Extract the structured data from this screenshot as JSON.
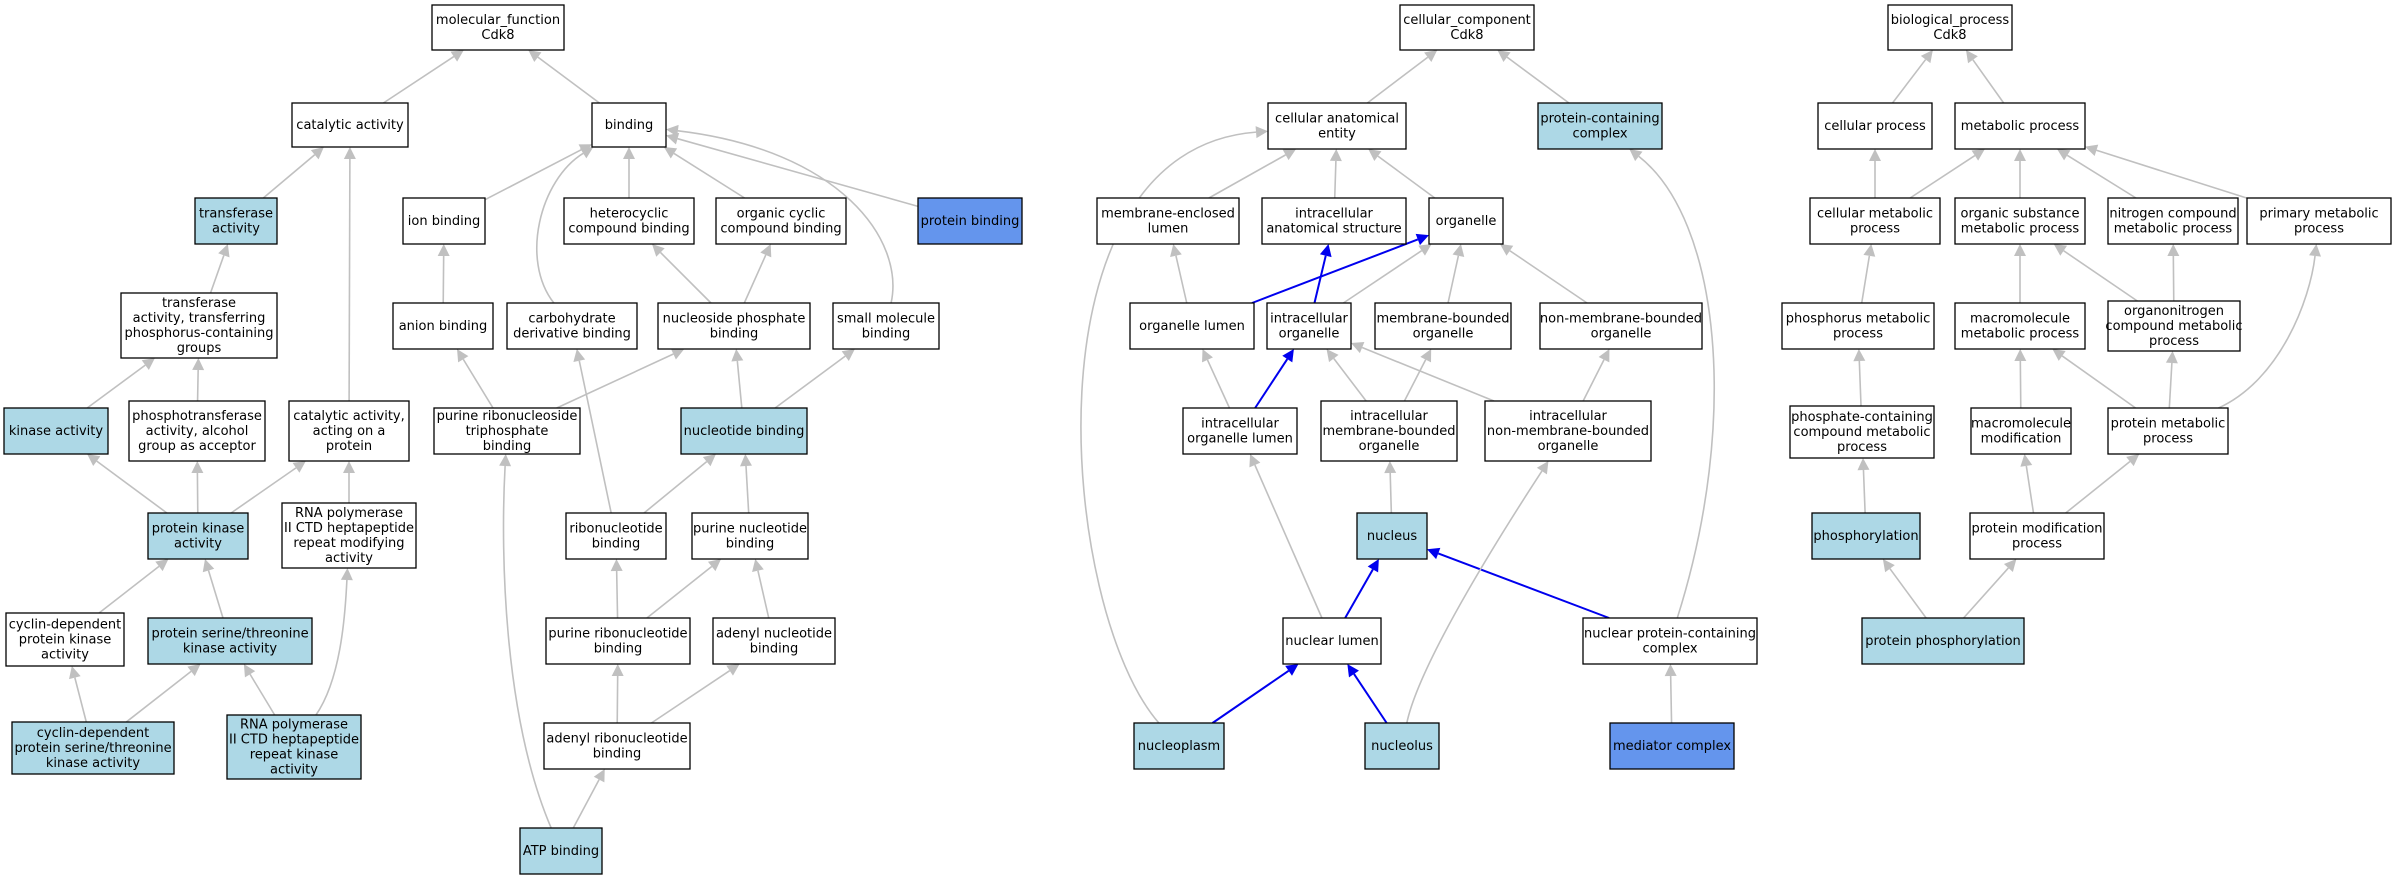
{
  "colors": {
    "default": "#ffffff",
    "highlight": "#add8e6",
    "query": "#6495ed",
    "edge": "#c0c0c0",
    "edge_path": "#0000ee"
  },
  "nodes": {
    "mf_root": {
      "lines": [
        "molecular_function",
        "Cdk8"
      ],
      "fill": "default"
    },
    "catalytic": {
      "lines": [
        "catalytic activity"
      ],
      "fill": "default"
    },
    "binding": {
      "lines": [
        "binding"
      ],
      "fill": "default"
    },
    "transferase": {
      "lines": [
        "transferase",
        "activity"
      ],
      "fill": "highlight"
    },
    "ion_binding": {
      "lines": [
        "ion binding"
      ],
      "fill": "default"
    },
    "heterocyclic": {
      "lines": [
        "heterocyclic",
        "compound binding"
      ],
      "fill": "default"
    },
    "organic_cyclic": {
      "lines": [
        "organic cyclic",
        "compound binding"
      ],
      "fill": "default"
    },
    "protein_binding": {
      "lines": [
        "protein binding"
      ],
      "fill": "query"
    },
    "transferase_p": {
      "lines": [
        "transferase",
        "activity, transferring",
        "phosphorus-containing",
        "groups"
      ],
      "fill": "default"
    },
    "anion_binding": {
      "lines": [
        "anion binding"
      ],
      "fill": "default"
    },
    "carbohydrate": {
      "lines": [
        "carbohydrate",
        "derivative binding"
      ],
      "fill": "default"
    },
    "nucleoside_phosphate": {
      "lines": [
        "nucleoside phosphate",
        "binding"
      ],
      "fill": "default"
    },
    "small_molecule": {
      "lines": [
        "small molecule",
        "binding"
      ],
      "fill": "default"
    },
    "kinase": {
      "lines": [
        "kinase activity"
      ],
      "fill": "highlight"
    },
    "phosphotransferase": {
      "lines": [
        "phosphotransferase",
        "activity, alcohol",
        "group as acceptor"
      ],
      "fill": "default"
    },
    "catalytic_protein": {
      "lines": [
        "catalytic activity,",
        "acting on a",
        "protein"
      ],
      "fill": "default"
    },
    "purine_rnts": {
      "lines": [
        "purine ribonucleoside",
        "triphosphate",
        "binding"
      ],
      "fill": "default"
    },
    "nucleotide_binding": {
      "lines": [
        "nucleotide binding"
      ],
      "fill": "highlight"
    },
    "protein_kinase": {
      "lines": [
        "protein kinase",
        "activity"
      ],
      "fill": "highlight"
    },
    "rnapol_mod": {
      "lines": [
        "RNA polymerase",
        "II CTD heptapeptide",
        "repeat modifying",
        "activity"
      ],
      "fill": "default"
    },
    "ribonucleotide": {
      "lines": [
        "ribonucleotide",
        "binding"
      ],
      "fill": "default"
    },
    "purine_nucleotide": {
      "lines": [
        "purine nucleotide",
        "binding"
      ],
      "fill": "default"
    },
    "cdk": {
      "lines": [
        "cyclin-dependent",
        "protein kinase",
        "activity"
      ],
      "fill": "default"
    },
    "ser_thr": {
      "lines": [
        "protein serine/threonine",
        "kinase activity"
      ],
      "fill": "highlight"
    },
    "purine_ribonucleotide": {
      "lines": [
        "purine ribonucleotide",
        "binding"
      ],
      "fill": "default"
    },
    "adenyl_nucleotide": {
      "lines": [
        "adenyl nucleotide",
        "binding"
      ],
      "fill": "default"
    },
    "cdk_ser_thr": {
      "lines": [
        "cyclin-dependent",
        "protein serine/threonine",
        "kinase activity"
      ],
      "fill": "highlight"
    },
    "rnapol_kinase": {
      "lines": [
        "RNA polymerase",
        "II CTD heptapeptide",
        "repeat kinase",
        "activity"
      ],
      "fill": "highlight"
    },
    "adenyl_ribonucleotide": {
      "lines": [
        "adenyl ribonucleotide",
        "binding"
      ],
      "fill": "default"
    },
    "atp_binding": {
      "lines": [
        "ATP binding"
      ],
      "fill": "highlight"
    },
    "cc_root": {
      "lines": [
        "cellular_component",
        "Cdk8"
      ],
      "fill": "default"
    },
    "cell_anat": {
      "lines": [
        "cellular anatomical",
        "entity"
      ],
      "fill": "default"
    },
    "prot_complex": {
      "lines": [
        "protein-containing",
        "complex"
      ],
      "fill": "highlight"
    },
    "membrane_lumen": {
      "lines": [
        "membrane-enclosed",
        "lumen"
      ],
      "fill": "default"
    },
    "intracell_struct": {
      "lines": [
        "intracellular",
        "anatomical structure"
      ],
      "fill": "default"
    },
    "organelle": {
      "lines": [
        "organelle"
      ],
      "fill": "default"
    },
    "organelle_lumen": {
      "lines": [
        "organelle lumen"
      ],
      "fill": "default"
    },
    "intracell_org": {
      "lines": [
        "intracellular",
        "organelle"
      ],
      "fill": "default"
    },
    "membrane_bounded": {
      "lines": [
        "membrane-bounded",
        "organelle"
      ],
      "fill": "default"
    },
    "non_membrane": {
      "lines": [
        "non-membrane-bounded",
        "organelle"
      ],
      "fill": "default"
    },
    "intracell_org_lumen": {
      "lines": [
        "intracellular",
        "organelle lumen"
      ],
      "fill": "default"
    },
    "intracell_mem": {
      "lines": [
        "intracellular",
        "membrane-bounded",
        "organelle"
      ],
      "fill": "default"
    },
    "intracell_nonmem": {
      "lines": [
        "intracellular",
        "non-membrane-bounded",
        "organelle"
      ],
      "fill": "default"
    },
    "nucleus": {
      "lines": [
        "nucleus"
      ],
      "fill": "highlight"
    },
    "nuclear_lumen": {
      "lines": [
        "nuclear lumen"
      ],
      "fill": "default"
    },
    "nuclear_complex": {
      "lines": [
        "nuclear protein-containing",
        "complex"
      ],
      "fill": "default"
    },
    "nucleoplasm": {
      "lines": [
        "nucleoplasm"
      ],
      "fill": "highlight"
    },
    "nucleolus": {
      "lines": [
        "nucleolus"
      ],
      "fill": "highlight"
    },
    "mediator": {
      "lines": [
        "mediator complex"
      ],
      "fill": "query"
    },
    "bp_root": {
      "lines": [
        "biological_process",
        "Cdk8"
      ],
      "fill": "default"
    },
    "cell_process": {
      "lines": [
        "cellular process"
      ],
      "fill": "default"
    },
    "metabolic": {
      "lines": [
        "metabolic process"
      ],
      "fill": "default"
    },
    "cell_metabolic": {
      "lines": [
        "cellular metabolic",
        "process"
      ],
      "fill": "default"
    },
    "org_substance": {
      "lines": [
        "organic substance",
        "metabolic process"
      ],
      "fill": "default"
    },
    "nitrogen": {
      "lines": [
        "nitrogen compound",
        "metabolic process"
      ],
      "fill": "default"
    },
    "primary": {
      "lines": [
        "primary metabolic",
        "process"
      ],
      "fill": "default"
    },
    "phosphorus": {
      "lines": [
        "phosphorus metabolic",
        "process"
      ],
      "fill": "default"
    },
    "macromolecule_met": {
      "lines": [
        "macromolecule",
        "metabolic process"
      ],
      "fill": "default"
    },
    "organonitrogen": {
      "lines": [
        "organonitrogen",
        "compound metabolic",
        "process"
      ],
      "fill": "default"
    },
    "phosphate": {
      "lines": [
        "phosphate-containing",
        "compound metabolic",
        "process"
      ],
      "fill": "default"
    },
    "macromolecule_mod": {
      "lines": [
        "macromolecule",
        "modification"
      ],
      "fill": "default"
    },
    "protein_met": {
      "lines": [
        "protein metabolic",
        "process"
      ],
      "fill": "default"
    },
    "phosphorylation": {
      "lines": [
        "phosphorylation"
      ],
      "fill": "highlight"
    },
    "protein_mod": {
      "lines": [
        "protein modification",
        "process"
      ],
      "fill": "default"
    },
    "protein_phos": {
      "lines": [
        "protein phosphorylation"
      ],
      "fill": "highlight"
    }
  },
  "edges": [
    [
      "catalytic",
      "mf_root",
      "gray"
    ],
    [
      "binding",
      "mf_root",
      "gray"
    ],
    [
      "transferase",
      "catalytic",
      "gray"
    ],
    [
      "ion_binding",
      "binding",
      "gray"
    ],
    [
      "heterocyclic",
      "binding",
      "gray"
    ],
    [
      "organic_cyclic",
      "binding",
      "gray"
    ],
    [
      "protein_binding",
      "binding",
      "gray"
    ],
    [
      "carbohydrate",
      "binding",
      "gray"
    ],
    [
      "small_molecule",
      "binding",
      "gray"
    ],
    [
      "transferase_p",
      "transferase",
      "gray"
    ],
    [
      "anion_binding",
      "ion_binding",
      "gray"
    ],
    [
      "nucleoside_phosphate",
      "heterocyclic",
      "gray"
    ],
    [
      "nucleoside_phosphate",
      "organic_cyclic",
      "gray"
    ],
    [
      "kinase",
      "transferase_p",
      "gray"
    ],
    [
      "phosphotransferase",
      "transferase_p",
      "gray"
    ],
    [
      "catalytic_protein",
      "catalytic",
      "gray"
    ],
    [
      "purine_rnts",
      "anion_binding",
      "gray"
    ],
    [
      "purine_rnts",
      "nucleoside_phosphate",
      "gray"
    ],
    [
      "nucleotide_binding",
      "nucleoside_phosphate",
      "gray"
    ],
    [
      "nucleotide_binding",
      "small_molecule",
      "gray"
    ],
    [
      "protein_kinase",
      "kinase",
      "gray"
    ],
    [
      "protein_kinase",
      "phosphotransferase",
      "gray"
    ],
    [
      "protein_kinase",
      "catalytic_protein",
      "gray"
    ],
    [
      "rnapol_mod",
      "catalytic_protein",
      "gray"
    ],
    [
      "ribonucleotide",
      "carbohydrate",
      "gray"
    ],
    [
      "ribonucleotide",
      "nucleotide_binding",
      "gray"
    ],
    [
      "purine_nucleotide",
      "nucleotide_binding",
      "gray"
    ],
    [
      "cdk",
      "protein_kinase",
      "gray"
    ],
    [
      "ser_thr",
      "protein_kinase",
      "gray"
    ],
    [
      "purine_ribonucleotide",
      "ribonucleotide",
      "gray"
    ],
    [
      "purine_ribonucleotide",
      "purine_nucleotide",
      "gray"
    ],
    [
      "adenyl_nucleotide",
      "purine_nucleotide",
      "gray"
    ],
    [
      "cdk_ser_thr",
      "cdk",
      "gray"
    ],
    [
      "cdk_ser_thr",
      "ser_thr",
      "gray"
    ],
    [
      "rnapol_kinase",
      "ser_thr",
      "gray"
    ],
    [
      "rnapol_kinase",
      "rnapol_mod",
      "gray"
    ],
    [
      "adenyl_ribonucleotide",
      "purine_ribonucleotide",
      "gray"
    ],
    [
      "adenyl_ribonucleotide",
      "adenyl_nucleotide",
      "gray"
    ],
    [
      "atp_binding",
      "purine_rnts",
      "gray"
    ],
    [
      "atp_binding",
      "adenyl_ribonucleotide",
      "gray"
    ],
    [
      "cell_anat",
      "cc_root",
      "gray"
    ],
    [
      "prot_complex",
      "cc_root",
      "gray"
    ],
    [
      "membrane_lumen",
      "cell_anat",
      "gray"
    ],
    [
      "intracell_struct",
      "cell_anat",
      "gray"
    ],
    [
      "organelle",
      "cell_anat",
      "gray"
    ],
    [
      "organelle_lumen",
      "membrane_lumen",
      "gray"
    ],
    [
      "organelle_lumen",
      "organelle",
      "blue"
    ],
    [
      "intracell_org",
      "intracell_struct",
      "blue"
    ],
    [
      "intracell_org",
      "organelle",
      "gray"
    ],
    [
      "membrane_bounded",
      "organelle",
      "gray"
    ],
    [
      "non_membrane",
      "organelle",
      "gray"
    ],
    [
      "intracell_org_lumen",
      "organelle_lumen",
      "gray"
    ],
    [
      "intracell_org_lumen",
      "intracell_org",
      "blue"
    ],
    [
      "intracell_mem",
      "intracell_org",
      "gray"
    ],
    [
      "intracell_mem",
      "membrane_bounded",
      "gray"
    ],
    [
      "intracell_nonmem",
      "intracell_org",
      "gray"
    ],
    [
      "intracell_nonmem",
      "non_membrane",
      "gray"
    ],
    [
      "nucleus",
      "intracell_mem",
      "gray"
    ],
    [
      "nuclear_lumen",
      "intracell_org_lumen",
      "gray"
    ],
    [
      "nuclear_lumen",
      "nucleus",
      "blue"
    ],
    [
      "nuclear_complex",
      "nucleus",
      "blue"
    ],
    [
      "nuclear_complex",
      "prot_complex",
      "gray"
    ],
    [
      "nucleoplasm",
      "nuclear_lumen",
      "blue"
    ],
    [
      "nucleoplasm",
      "cell_anat",
      "gray"
    ],
    [
      "nucleolus",
      "nuclear_lumen",
      "blue"
    ],
    [
      "nucleolus",
      "intracell_nonmem",
      "gray"
    ],
    [
      "mediator",
      "nuclear_complex",
      "gray"
    ],
    [
      "cell_process",
      "bp_root",
      "gray"
    ],
    [
      "metabolic",
      "bp_root",
      "gray"
    ],
    [
      "cell_metabolic",
      "cell_process",
      "gray"
    ],
    [
      "cell_metabolic",
      "metabolic",
      "gray"
    ],
    [
      "org_substance",
      "metabolic",
      "gray"
    ],
    [
      "nitrogen",
      "metabolic",
      "gray"
    ],
    [
      "primary",
      "metabolic",
      "gray"
    ],
    [
      "phosphorus",
      "cell_metabolic",
      "gray"
    ],
    [
      "macromolecule_met",
      "org_substance",
      "gray"
    ],
    [
      "organonitrogen",
      "org_substance",
      "gray"
    ],
    [
      "organonitrogen",
      "nitrogen",
      "gray"
    ],
    [
      "phosphate",
      "phosphorus",
      "gray"
    ],
    [
      "macromolecule_mod",
      "macromolecule_met",
      "gray"
    ],
    [
      "protein_met",
      "macromolecule_met",
      "gray"
    ],
    [
      "protein_met",
      "organonitrogen",
      "gray"
    ],
    [
      "protein_met",
      "primary",
      "gray"
    ],
    [
      "phosphorylation",
      "phosphate",
      "gray"
    ],
    [
      "protein_mod",
      "macromolecule_mod",
      "gray"
    ],
    [
      "protein_mod",
      "protein_met",
      "gray"
    ],
    [
      "protein_phos",
      "phosphorylation",
      "gray"
    ],
    [
      "protein_phos",
      "protein_mod",
      "gray"
    ]
  ]
}
